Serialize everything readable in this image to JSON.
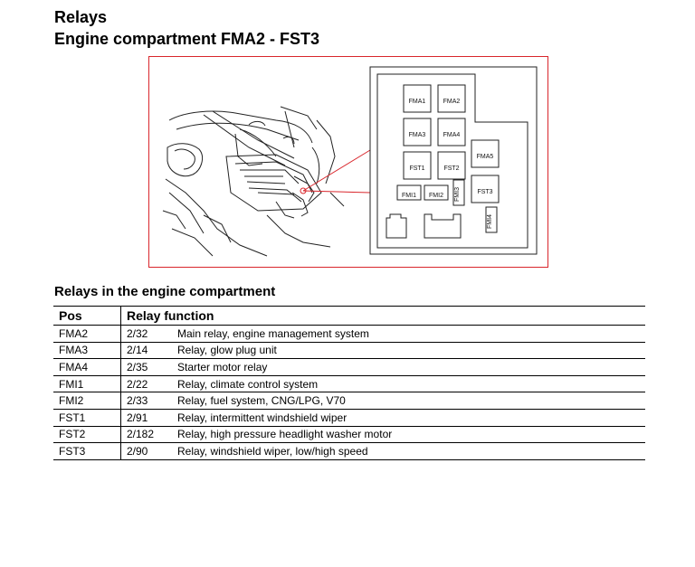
{
  "heading": {
    "title": "Relays",
    "subtitle": "Engine compartment FMA2 - FST3"
  },
  "figure": {
    "relay_labels": [
      "FMA1",
      "FMA2",
      "FMA3",
      "FMA4",
      "FMA5",
      "FST1",
      "FST2",
      "FST3",
      "FMI1",
      "FMI2",
      "FMI3",
      "FMI4"
    ],
    "colors": {
      "frame": "#d9262c",
      "line": "#222222"
    }
  },
  "section_title": "Relays in the engine compartment",
  "table": {
    "headers": [
      "Pos",
      "Relay function"
    ],
    "rows": [
      {
        "pos": "FMA2",
        "code": "2/32",
        "function": "Main relay, engine management system"
      },
      {
        "pos": "FMA3",
        "code": "2/14",
        "function": "Relay, glow plug unit"
      },
      {
        "pos": "FMA4",
        "code": "2/35",
        "function": "Starter motor relay"
      },
      {
        "pos": "FMI1",
        "code": "2/22",
        "function": "Relay, climate control system"
      },
      {
        "pos": "FMI2",
        "code": "2/33",
        "function": "Relay, fuel system, CNG/LPG, V70"
      },
      {
        "pos": "FST1",
        "code": "2/91",
        "function": "Relay, intermittent windshield wiper"
      },
      {
        "pos": "FST2",
        "code": "2/182",
        "function": "Relay, high pressure headlight washer motor"
      },
      {
        "pos": "FST3",
        "code": "2/90",
        "function": "Relay, windshield wiper, low/high speed"
      }
    ]
  }
}
